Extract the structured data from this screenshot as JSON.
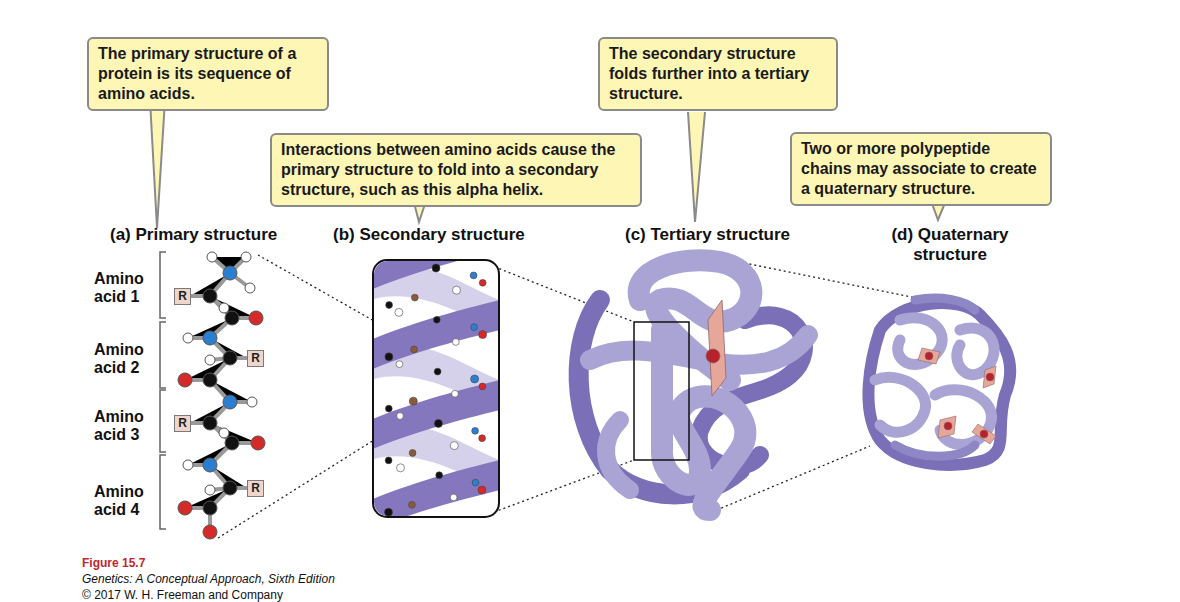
{
  "diagram": {
    "caption": "Figure 15.7",
    "nodes": [
      {
        "text": [
          "The primary structure of a protein is its sequence of amino acids."
        ]
      },
      {
        "text": [
          "Interactions between amino acids cause the primary structure to fold into a secondary structure, such as this alpha helix."
        ]
      },
      {
        "text": [
          "The secondary structure folds further into a tertiary structure."
        ]
      },
      {
        "text": [
          "Two or more polypeptide chains may associate to create a quaternary structure."
        ]
      },
      {
        "text": [
          "R"
        ]
      },
      {
        "text": [
          "R"
        ]
      },
      {
        "text": [
          "R"
        ]
      },
      {
        "text": [
          "R"
        ]
      }
    ],
    "labels": [
      "(a) Primary structure",
      "(b) Secondary structure",
      "(c) Tertiary structure",
      "(d) Quaternary structure",
      "Amino acid 1",
      "Amino acid 2",
      "Amino acid 3",
      "Amino acid 4",
      "Genetics: A Conceptual Approach, Sixth Edition",
      "© 2017 W. H. Freeman and Company"
    ]
  }
}
